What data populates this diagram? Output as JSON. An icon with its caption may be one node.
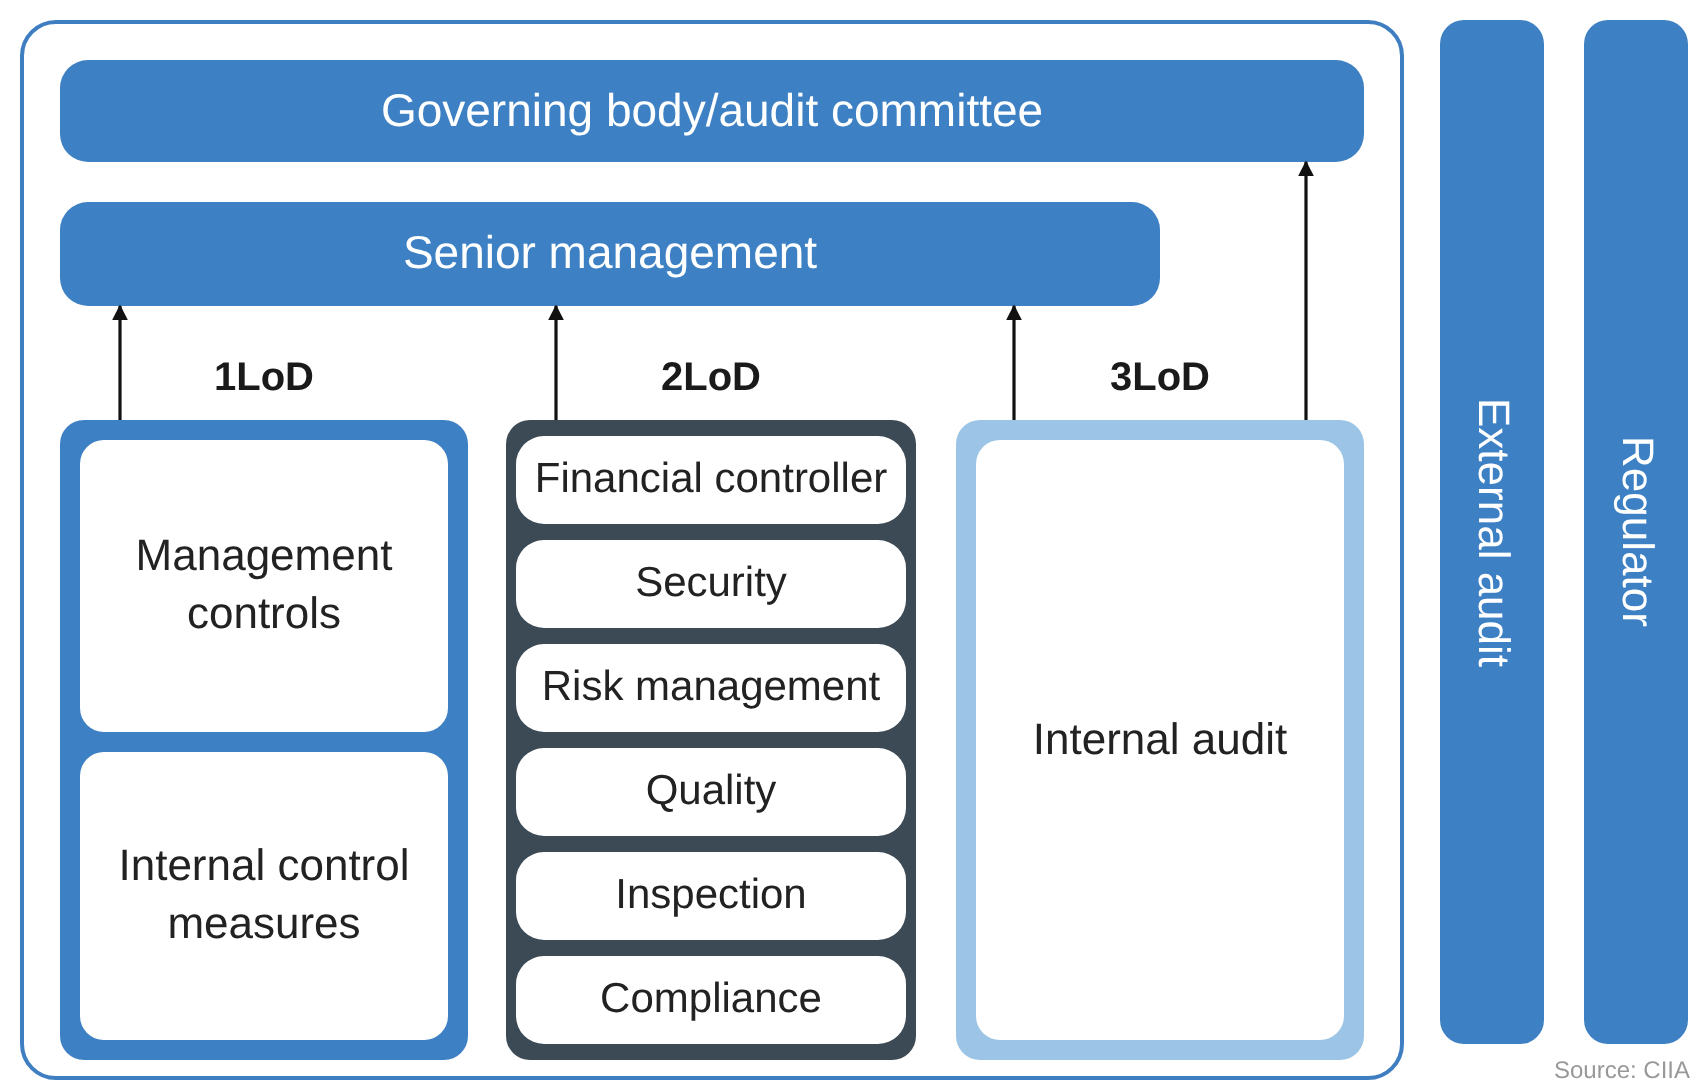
{
  "diagram": {
    "nodes": [
      {
        "text": [],
        "shape": "box"
      },
      {
        "text": [
          "Governing body/audit committee"
        ],
        "in": 0
      },
      {
        "text": [
          "Senior management"
        ],
        "in": 0
      },
      {
        "text": [
          "1LoD"
        ],
        "in": 0
      },
      {
        "text": [
          "Management controls"
        ],
        "in": 3
      },
      {
        "text": [
          "Internal control measures"
        ],
        "in": 3
      },
      {
        "text": [
          "2LoD"
        ],
        "in": 0
      },
      {
        "text": [
          "Financial controller"
        ],
        "in": 6
      },
      {
        "text": [
          "Security"
        ],
        "in": 6
      },
      {
        "text": [
          "Risk management"
        ],
        "in": 6
      },
      {
        "text": [
          "Quality"
        ],
        "in": 6
      },
      {
        "text": [
          "Inspection"
        ],
        "in": 6
      },
      {
        "text": [
          "Compliance"
        ],
        "in": 6
      },
      {
        "text": [
          "3LoD"
        ],
        "in": 0
      },
      {
        "text": [
          "Internal audit"
        ],
        "in": 13
      },
      {
        "text": [
          "External audit"
        ]
      },
      {
        "text": [
          "Regulator"
        ]
      }
    ],
    "edges": [
      {
        "from": 3,
        "to": 2,
        "arrow": "to"
      },
      {
        "from": 6,
        "to": 2,
        "arrow": "to"
      },
      {
        "from": 13,
        "to": 2,
        "arrow": "to"
      },
      {
        "from": 13,
        "to": 1,
        "arrow": "to"
      }
    ],
    "labels": [
      "Source: CIIA"
    ]
  }
}
